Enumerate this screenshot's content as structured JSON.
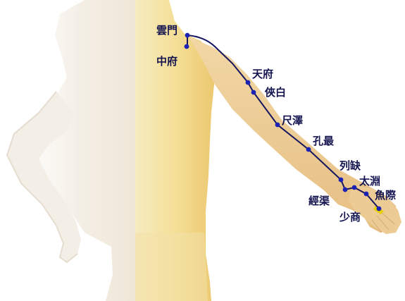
{
  "figure": {
    "meridian_color": "#151560",
    "point_color": "#1c22b4",
    "label_color": "#141450",
    "skin_left": "#f3efe6",
    "skin_right": "#f0d27c",
    "arm_color": "#eecf96"
  },
  "points": [
    {
      "id": "yunmen",
      "label": "雲門"
    },
    {
      "id": "zhongfu",
      "label": "中府"
    },
    {
      "id": "tianfu",
      "label": "天府"
    },
    {
      "id": "xiabai",
      "label": "俠白"
    },
    {
      "id": "chize",
      "label": "尺澤"
    },
    {
      "id": "kongzui",
      "label": "孔最"
    },
    {
      "id": "lieque",
      "label": "列缺"
    },
    {
      "id": "jingqu",
      "label": "經渠"
    },
    {
      "id": "taiyuan",
      "label": "太淵"
    },
    {
      "id": "yuji",
      "label": "魚際"
    },
    {
      "id": "shaoshang",
      "label": "少商"
    }
  ]
}
